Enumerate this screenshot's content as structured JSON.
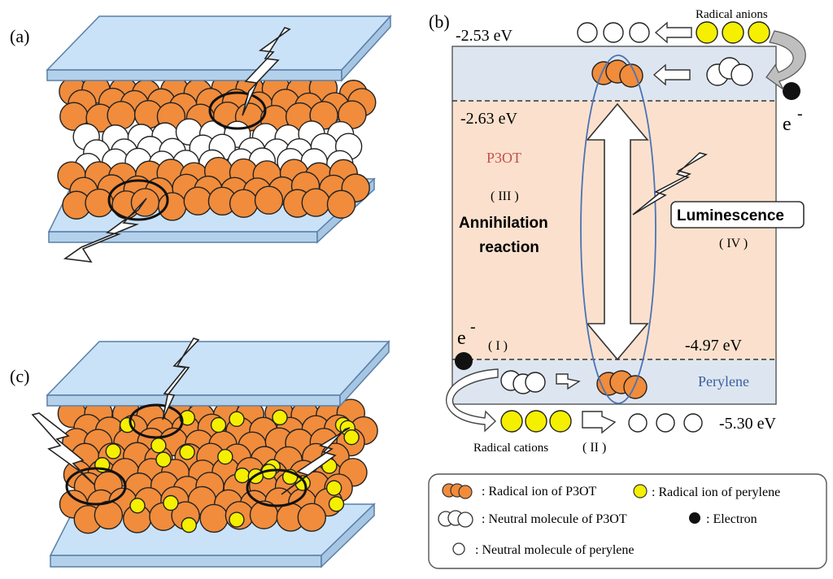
{
  "panels": {
    "a": "(a)",
    "b": "(b)",
    "c": "(c)"
  },
  "energy": {
    "lumo_perylene": "-2.53 eV",
    "lumo_p3ot": "-2.63 eV",
    "homo_p3ot": "-4.97 eV",
    "homo_perylene": "-5.30 eV"
  },
  "labels": {
    "radical_anions": "Radical anions",
    "radical_cations": "Radical cations",
    "electron_top": "e",
    "electron_bottom": "e",
    "electron_sup": "-",
    "p3ot": "P3OT",
    "perylene": "Perylene",
    "step_i": "( I )",
    "step_ii": "( II )",
    "step_iii": "( III )",
    "step_iv": "( IV )",
    "annihilation_line1": "Annihilation",
    "annihilation_line2": "reaction",
    "luminescence": "Luminescence"
  },
  "legend": {
    "radical_p3ot": ": Radical ion of P3OT",
    "radical_perylene": ": Radical ion of perylene",
    "neutral_p3ot": ": Neutral molecule of P3OT",
    "electron": ": Electron",
    "neutral_perylene": ": Neutral molecule of perylene"
  },
  "colors": {
    "plate_fill": "#c9e2f7",
    "plate_edge": "#5a7fa6",
    "orange": "#f08c3c",
    "yellow": "#f5ef00",
    "band_blue": "#dde6f0",
    "band_orange": "#fbe1cd",
    "ellipse": "#4a73b5",
    "perylene_text": "#3a5fa0",
    "p3ot_text": "#c0504d"
  }
}
